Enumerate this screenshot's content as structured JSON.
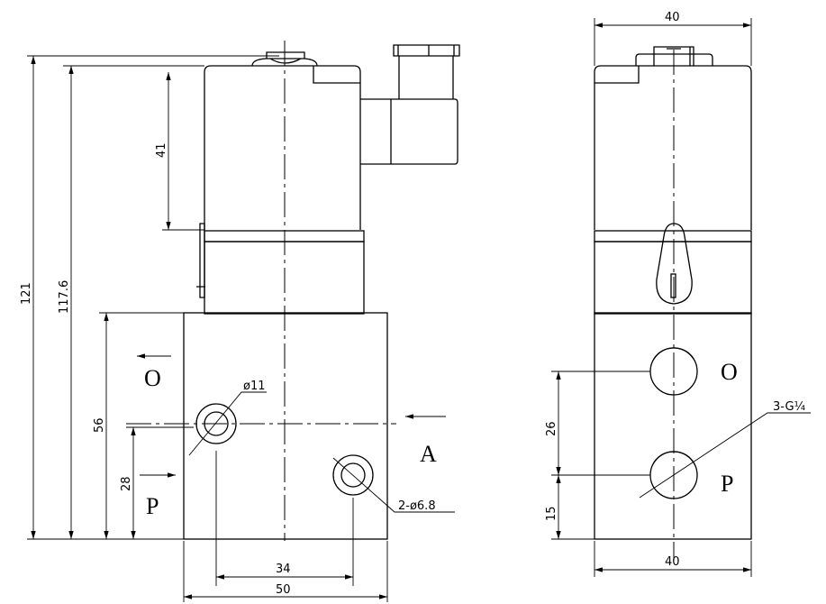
{
  "side_view": {
    "dims": {
      "overall_height": "121",
      "coil_height": "117.6",
      "coil_top": "41",
      "block_height": "56",
      "port_p_height": "28",
      "port_spacing": "34",
      "block_width": "50",
      "port_o_dia": "ø11",
      "port_dia": "2-ø6.8"
    },
    "ports": {
      "o": "O",
      "p": "P",
      "a": "A"
    }
  },
  "front_view": {
    "dims": {
      "top_width": "40",
      "bottom_width": "40",
      "port_spacing": "26",
      "port_p_height": "15",
      "thread": "3-G¼"
    },
    "ports": {
      "o": "O",
      "p": "P"
    }
  }
}
